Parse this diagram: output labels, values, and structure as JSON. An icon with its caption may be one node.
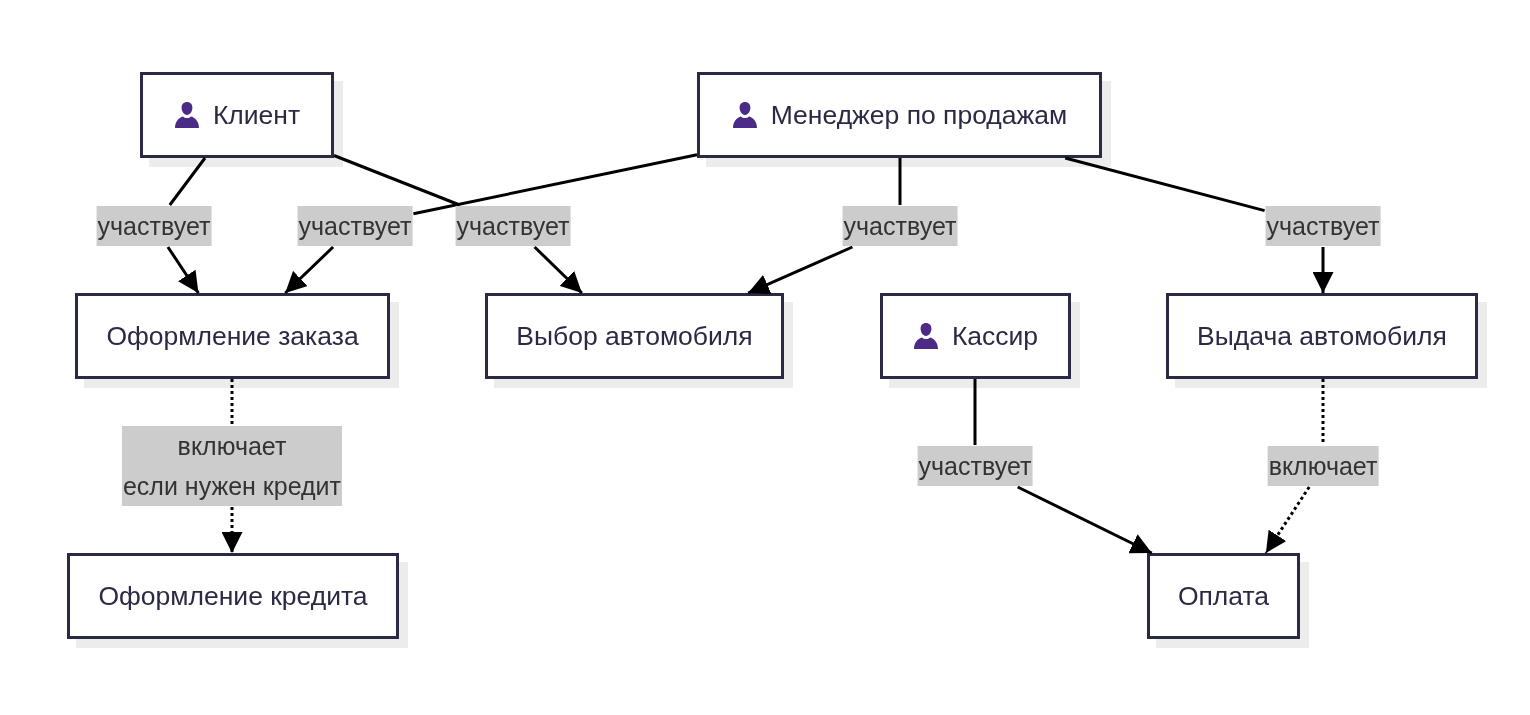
{
  "diagram": {
    "nodes": [
      {
        "text": [
          "Клиент"
        ]
      },
      {
        "text": [
          "Менеджер по продажам"
        ]
      },
      {
        "text": [
          "Оформление заказа"
        ]
      },
      {
        "text": [
          "Выбор автомобиля"
        ]
      },
      {
        "text": [
          "Кассир"
        ]
      },
      {
        "text": [
          "Выдача автомобиля"
        ]
      },
      {
        "text": [
          "Оформление кредита"
        ]
      },
      {
        "text": [
          "Оплата"
        ]
      }
    ],
    "edges": [
      {
        "from": 0,
        "to": 2,
        "arrow": "to",
        "label": "участвует"
      },
      {
        "from": 1,
        "to": 2,
        "arrow": "to",
        "label": "участвует"
      },
      {
        "from": 0,
        "to": 3,
        "arrow": "to",
        "label": "участвует"
      },
      {
        "from": 1,
        "to": 3,
        "arrow": "to",
        "label": "участвует"
      },
      {
        "from": 1,
        "to": 5,
        "arrow": "to",
        "label": "участвует"
      },
      {
        "from": 2,
        "to": 6,
        "arrow": "to",
        "label": "включает если нужен кредит",
        "style": "dashed"
      },
      {
        "from": 4,
        "to": 7,
        "arrow": "to",
        "label": "участвует"
      },
      {
        "from": 5,
        "to": 7,
        "arrow": "to",
        "label": "включает",
        "style": "dashed"
      }
    ]
  }
}
